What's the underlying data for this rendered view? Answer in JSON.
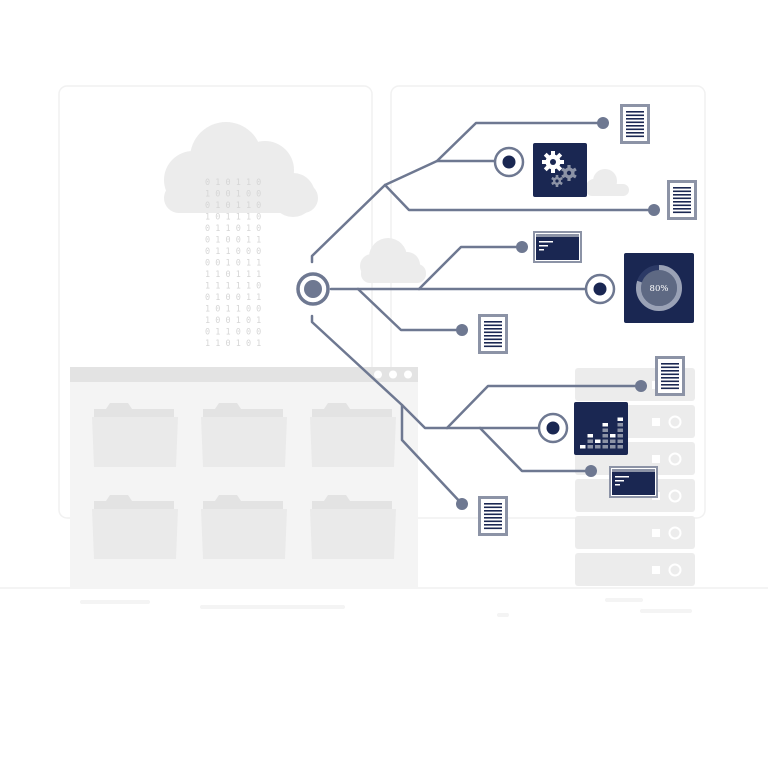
{
  "binary_rain": [
    "0 1 0 1 1 0",
    "1 0 0 1 0 0",
    "0 1 0 1 1 0",
    "1 0 1 1 1 0",
    "0 1 1 0 1 0",
    "0 1 0 0 1 1",
    "0 1 1 0 0 0",
    "0 0 1 0 1 1",
    "1 1 0 1 1 1",
    "1 1 1 1 1 0",
    "0 1 0 0 1 1",
    "1 0 1 1 0 0",
    "1 0 0 1 0 1",
    "0 1 1 0 0 0",
    "1 1 0 1 0 1"
  ],
  "progress_ring": {
    "label": "80%",
    "value": 0.8
  },
  "colors": {
    "navy": "#1a2752",
    "line": "#6e7891",
    "doc": "#8c93a6",
    "ghost": "#ececec",
    "ghost_light": "#f5f5f5",
    "folder": "#e2e2e2"
  },
  "icons": [
    "cloud-icon",
    "folder-icon",
    "document-icon",
    "gears-icon",
    "terminal-icon",
    "progress-ring-icon",
    "bar-chart-icon",
    "server-rack-icon",
    "hub-node-icon"
  ]
}
